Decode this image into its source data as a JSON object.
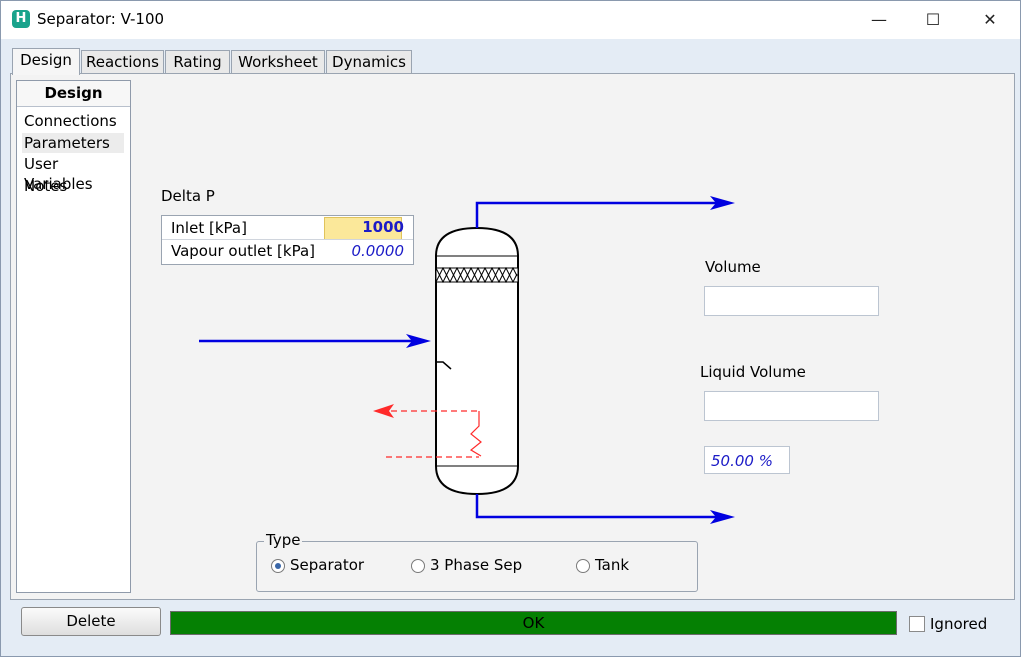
{
  "window": {
    "title": "Separator: V-100",
    "minimize_glyph": "—",
    "maximize_glyph": "☐",
    "close_glyph": "✕",
    "app_icon_glyph": "H"
  },
  "tabs": [
    {
      "label": "Design",
      "active": true
    },
    {
      "label": "Reactions",
      "active": false
    },
    {
      "label": "Rating",
      "active": false
    },
    {
      "label": "Worksheet",
      "active": false
    },
    {
      "label": "Dynamics",
      "active": false
    }
  ],
  "sidebar": {
    "header": "Design",
    "items": [
      {
        "label": "Connections",
        "selected": false
      },
      {
        "label": "Parameters",
        "selected": true
      },
      {
        "label": "User Variables",
        "selected": false
      },
      {
        "label": "Notes",
        "selected": false
      }
    ]
  },
  "delta_p": {
    "title": "Delta P",
    "rows": [
      {
        "label": "Inlet [kPa]",
        "value": "1000"
      },
      {
        "label": "Vapour outlet [kPa]",
        "value": "0.0000"
      }
    ]
  },
  "volume": {
    "label": "Volume",
    "value": ""
  },
  "liquid_volume": {
    "label": "Liquid Volume",
    "value": "",
    "percent": "50.00 %"
  },
  "type_group": {
    "legend": "Type",
    "options": [
      {
        "label": "Separator",
        "checked": true
      },
      {
        "label": "3 Phase Sep",
        "checked": false
      },
      {
        "label": "Tank",
        "checked": false
      }
    ]
  },
  "footer": {
    "delete_label": "Delete",
    "status": "OK",
    "ignored_label": "Ignored",
    "ignored_checked": false
  },
  "colors": {
    "stream": "#0000e0",
    "energy": "#ff2a2a",
    "status_ok": "#058003",
    "highlight": "#fbe89a"
  }
}
